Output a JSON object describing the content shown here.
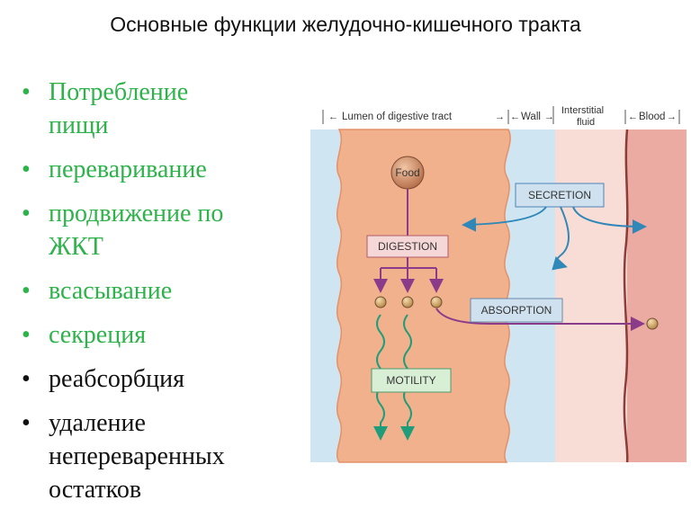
{
  "title": "Основные функции желудочно-кишечного тракта",
  "bullets": [
    {
      "text": "Потребление пищи",
      "color": "#2db34a"
    },
    {
      "text": "переваривание",
      "color": "#2db34a"
    },
    {
      "text": "продвижение по ЖКТ",
      "color": "#2db34a"
    },
    {
      "text": "всасывание",
      "color": "#2db34a"
    },
    {
      "text": "секреция",
      "color": "#2db34a"
    },
    {
      "text": "реабсорбция",
      "color": "#111111"
    },
    {
      "text": "удаление непереваренных остатков",
      "color": "#111111"
    }
  ],
  "diagram": {
    "headers": {
      "lumen": "Lumen of digestive tract",
      "wall": "Wall",
      "interstitial_line1": "Interstitial",
      "interstitial_line2": "fluid",
      "blood": "Blood"
    },
    "food": "Food",
    "digestion": "DIGESTION",
    "secretion": "SECRETION",
    "absorption": "ABSORPTION",
    "motility": "MOTILITY"
  }
}
